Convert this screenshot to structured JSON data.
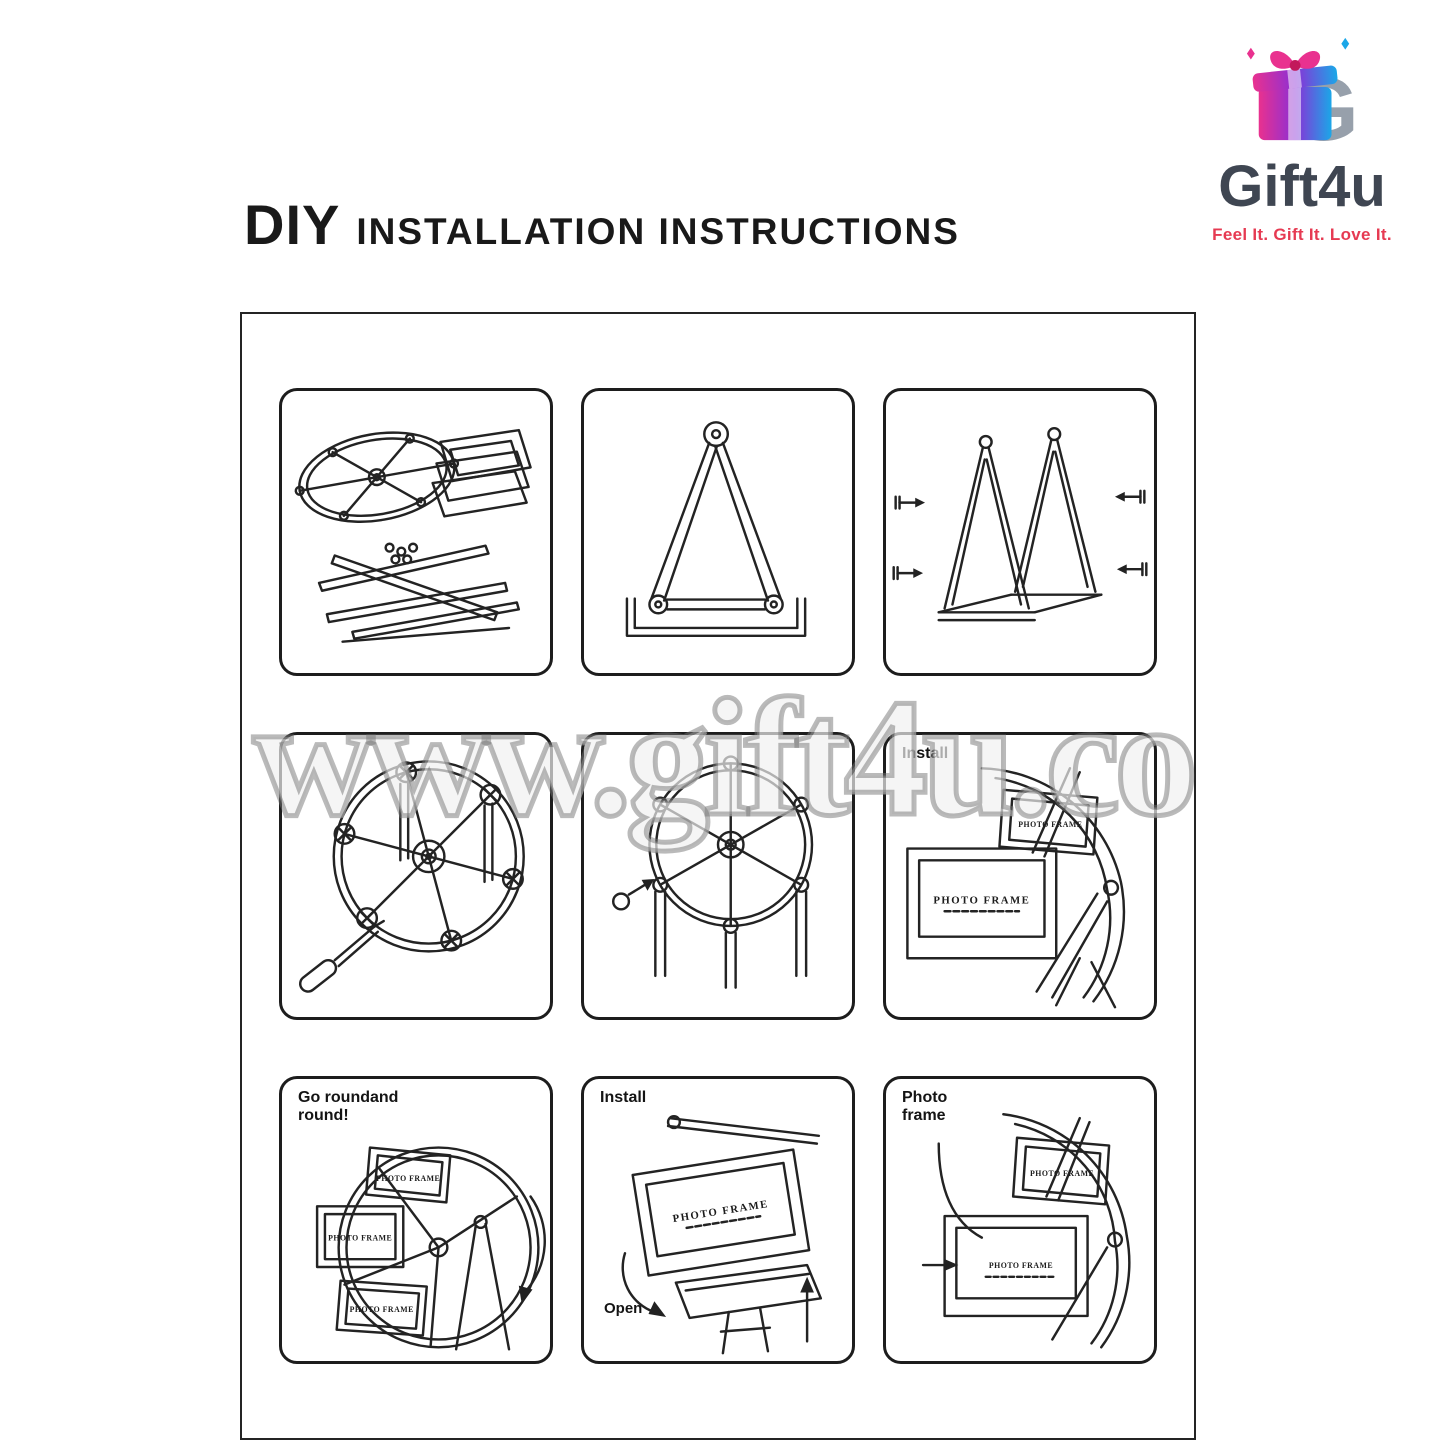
{
  "header": {
    "title_prefix": "DIY",
    "title_rest": "INSTALLATION INSTRUCTIONS"
  },
  "brand": {
    "name": "Gift4u",
    "tagline": "Feel It. Gift It. Love It.",
    "logo_icon": "gift-box-icon",
    "colors": {
      "pink": "#E9318F",
      "purple": "#8B2FD6",
      "blue": "#1BA7E8",
      "name_text": "#3F4652",
      "tagline_text": "#E63A52"
    }
  },
  "watermark": {
    "text": "www.gift4u.co"
  },
  "frame_text": "PHOTO FRAME",
  "panels": [
    {
      "caption": "",
      "illustration": "disassembled-parts"
    },
    {
      "caption": "",
      "illustration": "triangle-stand-assembled"
    },
    {
      "caption": "",
      "illustration": "a-frame-stand-with-screws"
    },
    {
      "caption": "",
      "illustration": "wheel-spokes-screwdriver"
    },
    {
      "caption": "",
      "illustration": "wheel-with-hanger-joints"
    },
    {
      "caption": "Install",
      "illustration": "install-frames-on-wheel"
    },
    {
      "caption": "Go roundand\nround!",
      "illustration": "spin-wheel"
    },
    {
      "caption": "Install",
      "caption2": "Open",
      "illustration": "open-photo-frame"
    },
    {
      "caption": "Photo\nframe",
      "illustration": "photo-frame-detail"
    }
  ]
}
